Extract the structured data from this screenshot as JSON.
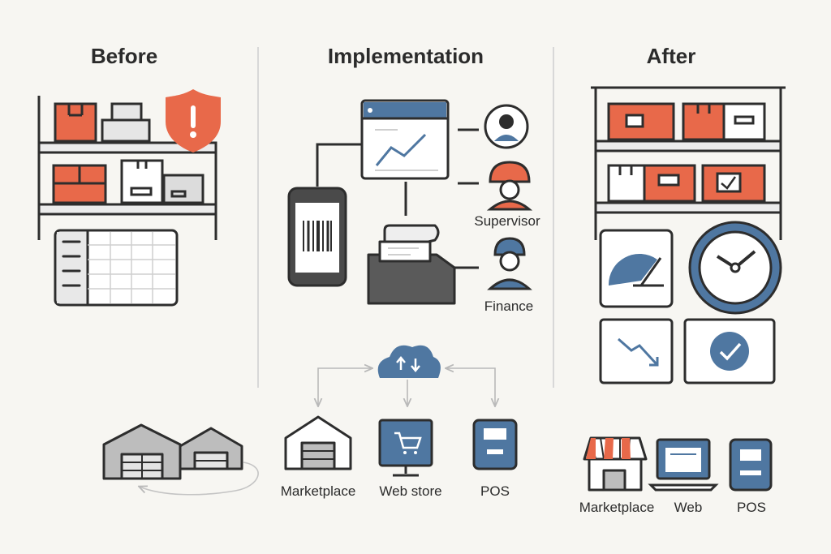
{
  "headings": {
    "before": "Before",
    "implementation": "Implementation",
    "after": "After"
  },
  "roles": {
    "supervisor": "Supervisor",
    "finance": "Finance"
  },
  "implementation_channels": {
    "marketplace": "Marketplace",
    "web_store": "Web store",
    "pos": "POS"
  },
  "after_channels": {
    "marketplace": "Marketplace",
    "web": "Web",
    "pos": "POS"
  },
  "colors": {
    "accent": "#e8694a",
    "blue": "#4f77a1",
    "outline": "#2d2d2d",
    "gray": "#cfcfcf",
    "background": "#f7f6f2"
  },
  "icons": [
    "warning-shield-icon",
    "spreadsheet-icon",
    "dashboard-chart-icon",
    "barcode-scanner-icon",
    "receipt-printer-icon",
    "user-icon",
    "hard-hat-worker-icon",
    "cloud-sync-icon",
    "store-icon",
    "cart-monitor-icon",
    "pos-terminal-icon",
    "gauge-icon",
    "clock-icon",
    "trend-down-icon",
    "checkmark-icon",
    "awning-store-icon"
  ]
}
